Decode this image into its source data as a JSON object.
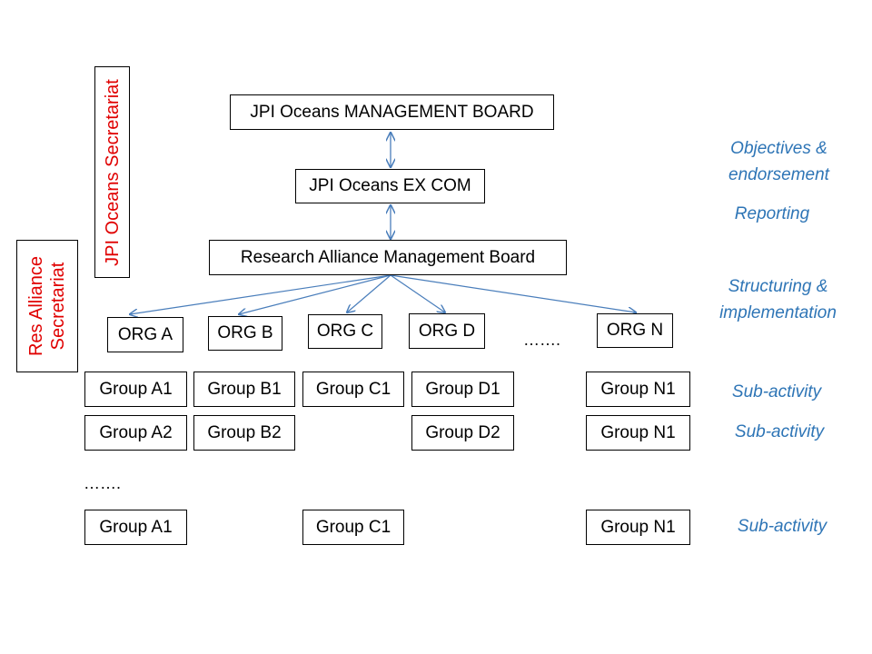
{
  "colors": {
    "secretariat_text": "#e00000",
    "side_label": "#2e75b6",
    "connector": "#4a7ebb"
  },
  "secretariats": {
    "jpi": "JPI Oceans Secretariat",
    "res_line1": "Res Alliance",
    "res_line2": "Secretariat"
  },
  "hierarchy": {
    "management_board": "JPI Oceans MANAGEMENT BOARD",
    "ex_com": "JPI Oceans EX COM",
    "research_board": "Research Alliance Management Board"
  },
  "orgs": [
    "ORG A",
    "ORG B",
    "ORG C",
    "ORG D",
    "ORG N"
  ],
  "ellipsis": "…….",
  "groups": {
    "row1": [
      "Group A1",
      "Group B1",
      "Group C1",
      "Group D1",
      "Group N1"
    ],
    "row2": [
      "Group A2",
      "Group B2",
      "Group D2",
      "Group N1"
    ],
    "row3": [
      "Group A1",
      "Group C1",
      "Group N1"
    ]
  },
  "side_labels": {
    "objectives_line1": "Objectives &",
    "objectives_line2": "endorsement",
    "reporting": "Reporting",
    "structuring_line1": "Structuring &",
    "structuring_line2": "implementation",
    "sub_activity_1": "Sub-activity",
    "sub_activity_2": "Sub-activity",
    "sub_activity_3": "Sub-activity"
  }
}
